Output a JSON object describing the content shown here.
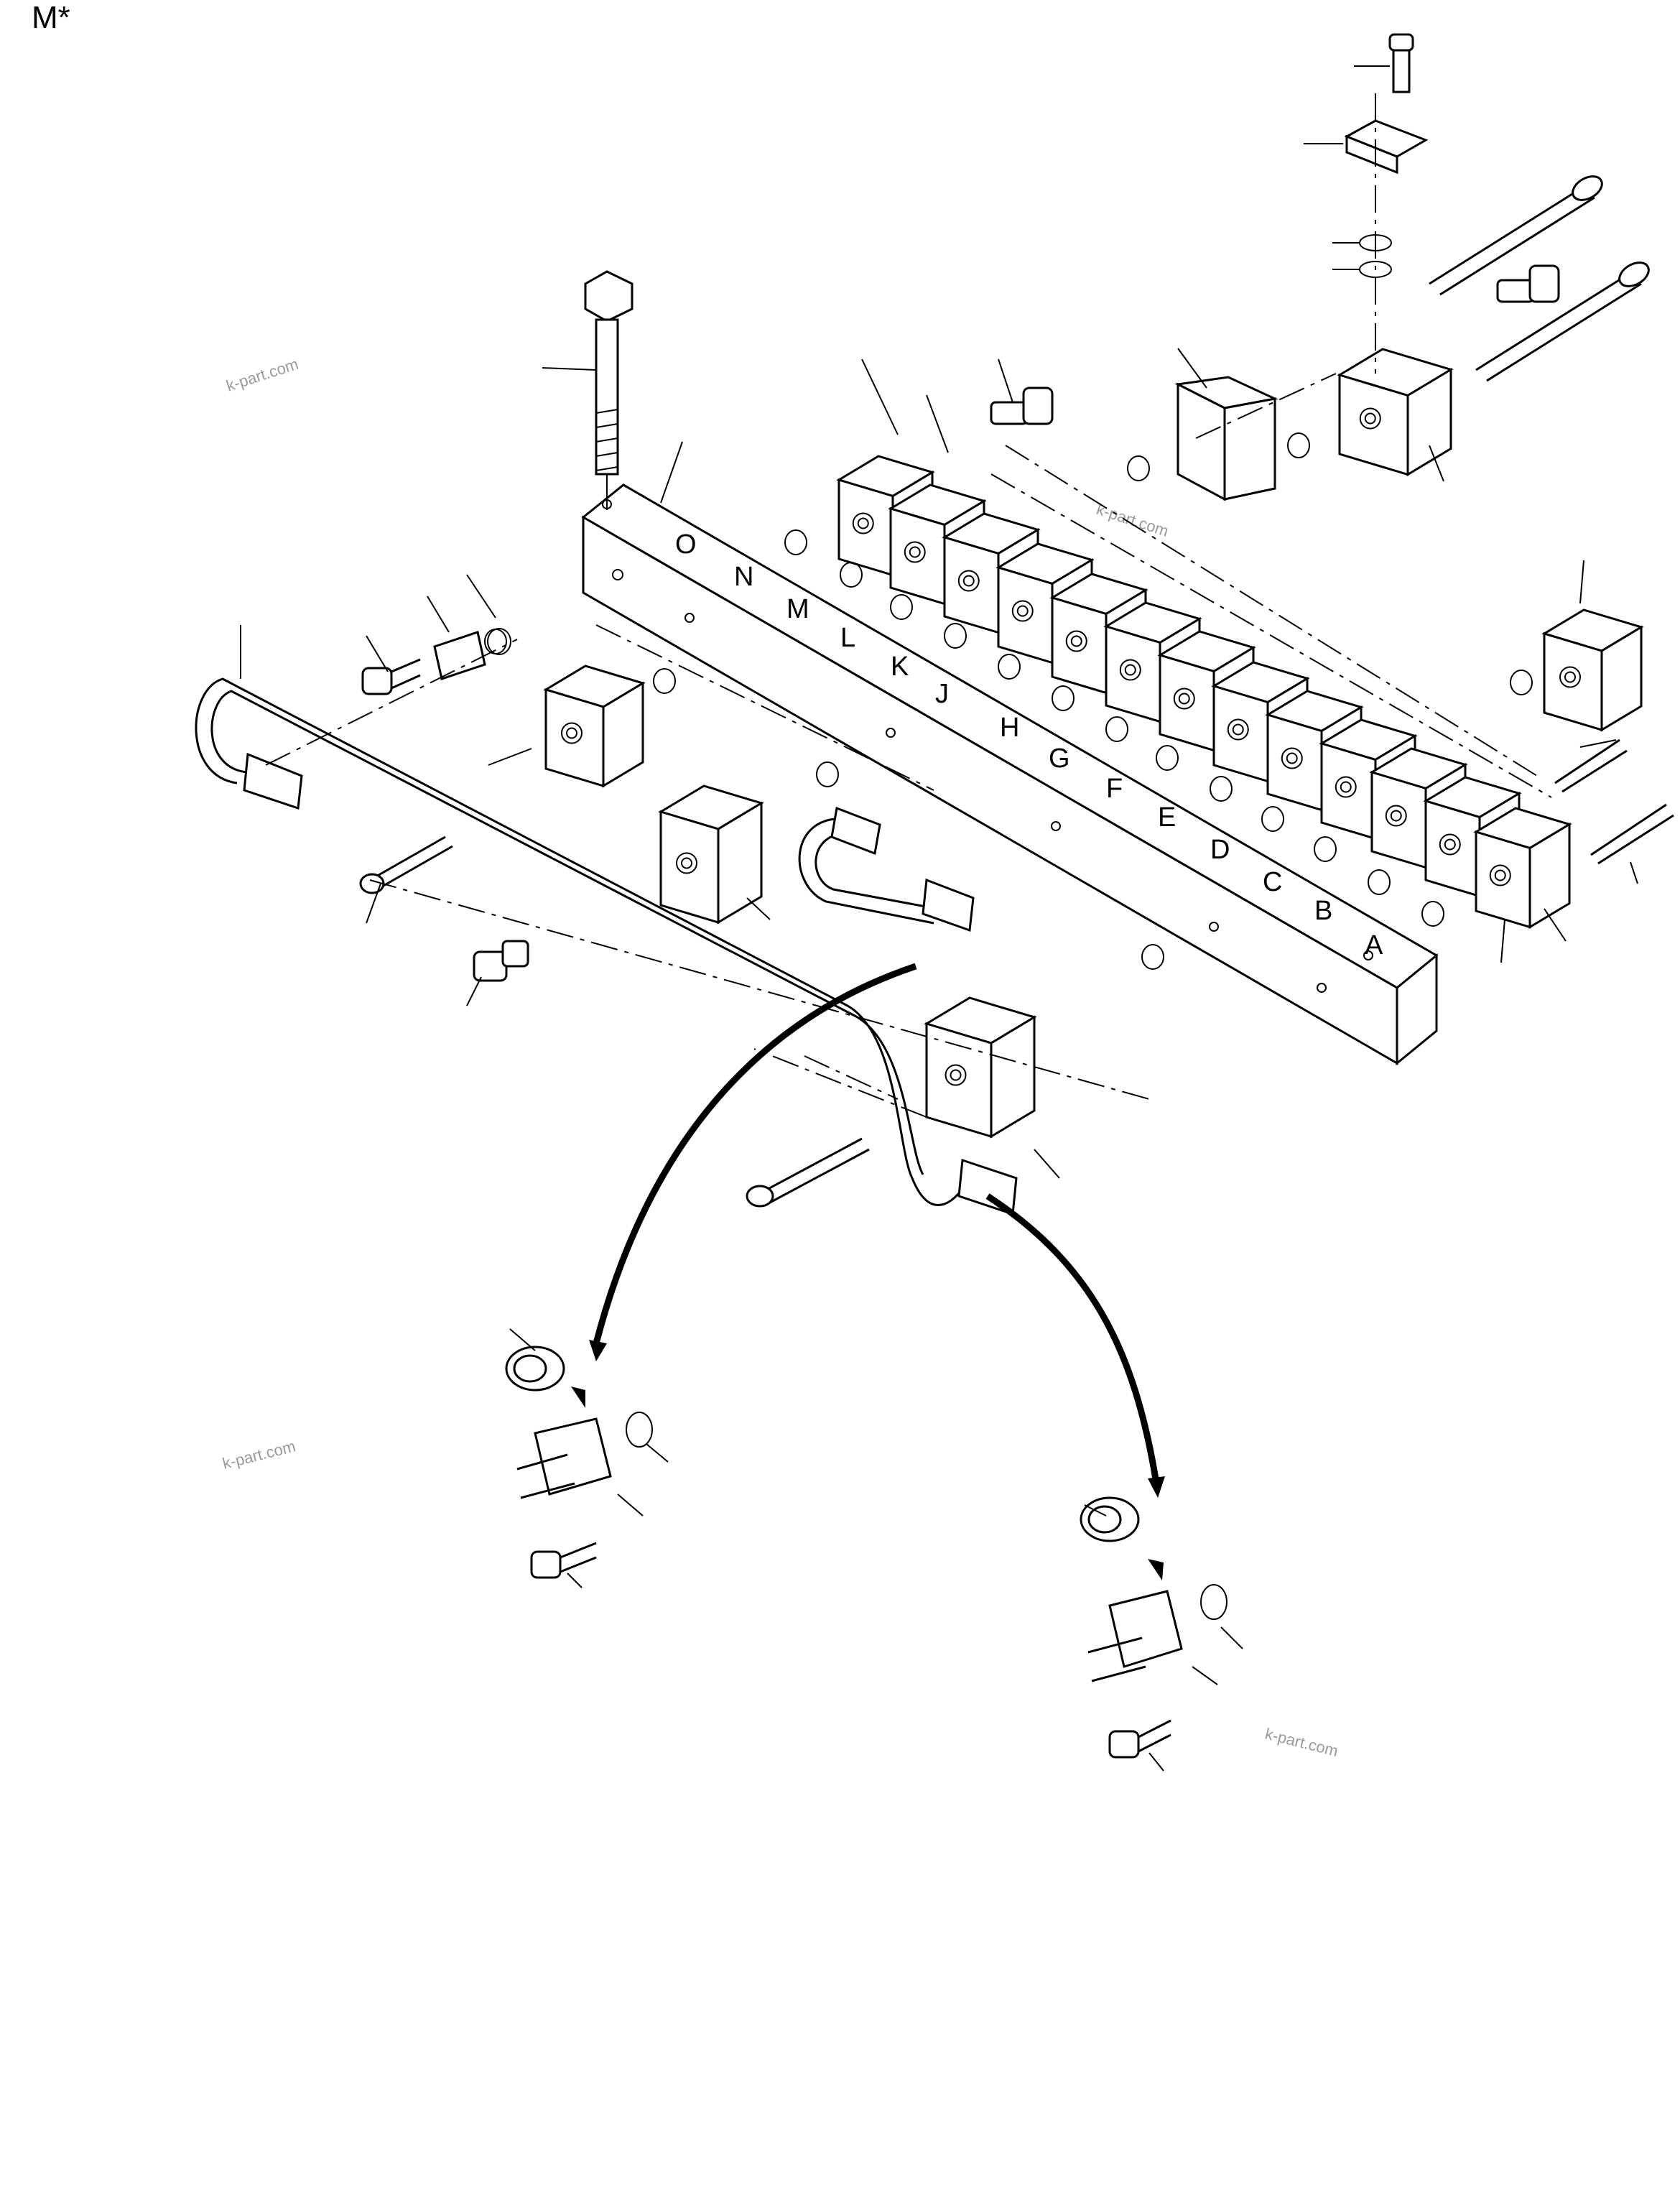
{
  "header": {
    "mark": "M*"
  },
  "watermarks": [
    "k-part.com",
    "k-part.com",
    "k-part.com",
    "k-part.com"
  ],
  "valve_positions": [
    "O",
    "N",
    "M",
    "L",
    "K",
    "J",
    "H",
    "G",
    "F",
    "E",
    "D",
    "C",
    "B",
    "A"
  ],
  "colors": {
    "line": "#000000",
    "background": "#ffffff",
    "watermark": "#9a9a9a"
  }
}
